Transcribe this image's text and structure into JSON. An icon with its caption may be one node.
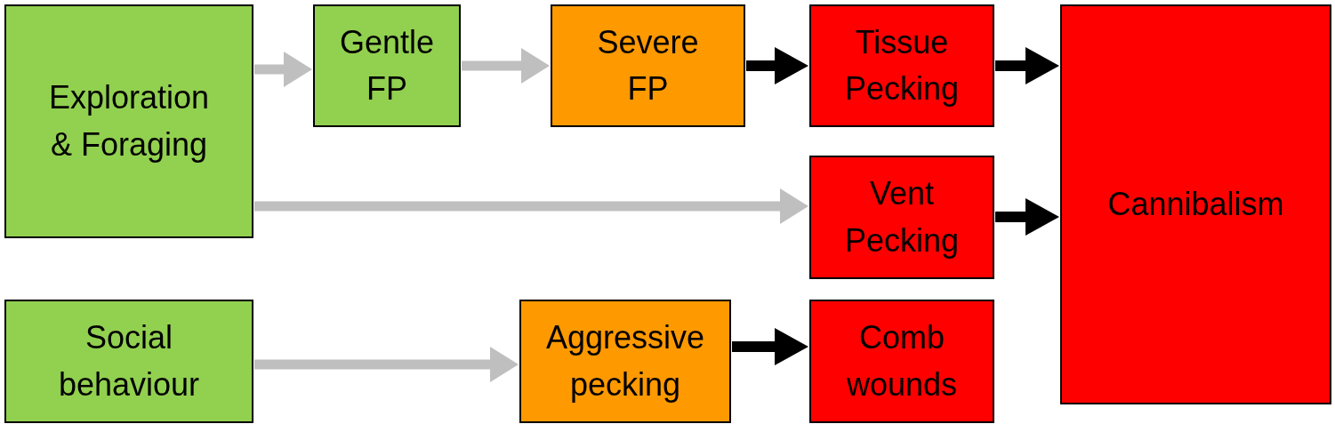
{
  "diagram": {
    "nodes": [
      {
        "text": [
          "Exploration & Foraging"
        ]
      },
      {
        "text": [
          "Gentle FP"
        ]
      },
      {
        "text": [
          "Severe FP"
        ]
      },
      {
        "text": [
          "Tissue Pecking"
        ]
      },
      {
        "text": [
          "Cannibalism"
        ]
      },
      {
        "text": [
          "Vent Pecking"
        ]
      },
      {
        "text": [
          "Social behaviour"
        ]
      },
      {
        "text": [
          "Aggressive pecking"
        ]
      },
      {
        "text": [
          "Comb wounds"
        ]
      }
    ],
    "edges": [
      {
        "from": 0,
        "to": 1,
        "arrow": "to",
        "color": "#bfbfbf"
      },
      {
        "from": 1,
        "to": 2,
        "arrow": "to",
        "color": "#bfbfbf"
      },
      {
        "from": 2,
        "to": 3,
        "arrow": "to",
        "color": "#000000"
      },
      {
        "from": 3,
        "to": 4,
        "arrow": "to",
        "color": "#000000"
      },
      {
        "from": 0,
        "to": 5,
        "arrow": "to",
        "color": "#bfbfbf"
      },
      {
        "from": 5,
        "to": 4,
        "arrow": "to",
        "color": "#000000"
      },
      {
        "from": 6,
        "to": 7,
        "arrow": "to",
        "color": "#bfbfbf"
      },
      {
        "from": 7,
        "to": 8,
        "arrow": "to",
        "color": "#000000"
      }
    ]
  }
}
